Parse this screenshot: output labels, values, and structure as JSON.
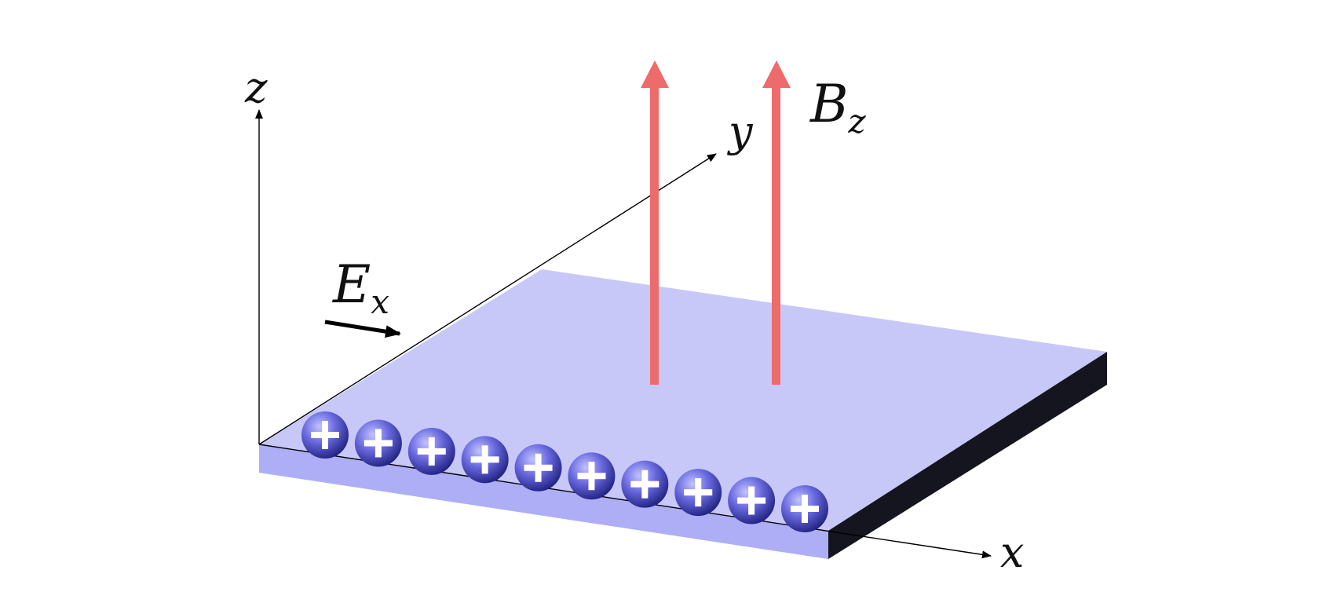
{
  "labels": {
    "z_axis": "z",
    "y_axis": "y",
    "x_axis": "x",
    "electric_field": {
      "base": "E",
      "subscript": "x"
    },
    "magnetic_field": {
      "base": "B",
      "subscript": "z"
    }
  },
  "charges": {
    "count": 10,
    "sign": "+"
  },
  "colors": {
    "slab_top": "#c8c8f8",
    "slab_front": "#aeaef6",
    "slab_side": "#151520",
    "field_arrow": "#ee6b6b",
    "charge_dark": "#2626a0",
    "charge_light": "#8c8cf0",
    "axis": "#000000"
  }
}
